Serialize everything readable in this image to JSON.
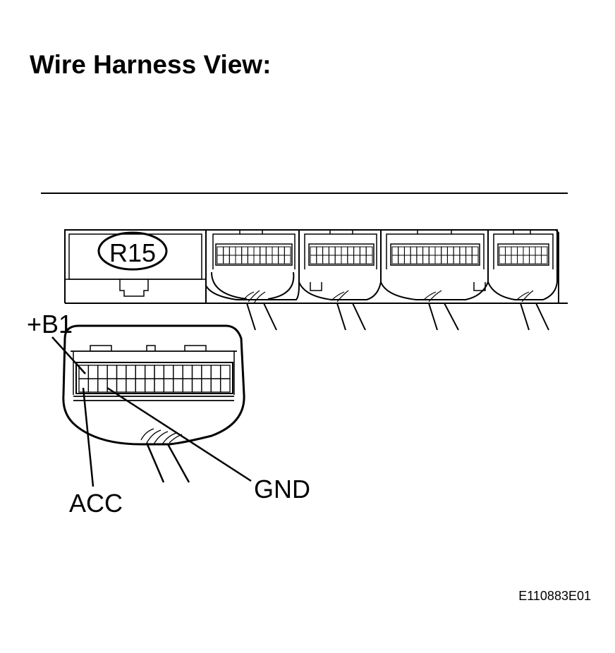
{
  "title": "Wire Harness View:",
  "connector_id": "R15",
  "pin_labels": {
    "b1": "+B1",
    "acc": "ACC",
    "gnd": "GND"
  },
  "figure_code": "E110883E01",
  "colors": {
    "line": "#000000",
    "background": "#ffffff"
  }
}
